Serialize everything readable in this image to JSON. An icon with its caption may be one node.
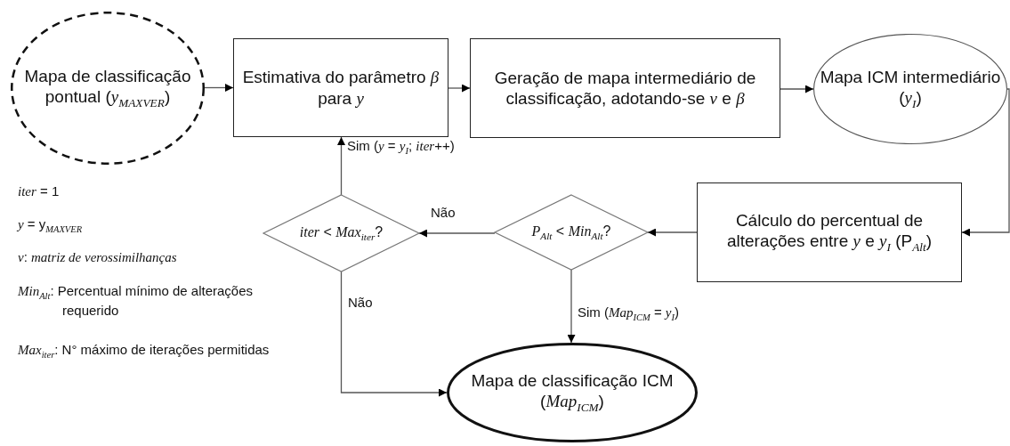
{
  "diagram": {
    "nodes": [
      {
        "text": [
          "Mapa de classificação pontual (*y*$_{MAXVER}$)"
        ]
      },
      {
        "text": [
          "Estimativa do parâmetro *β* para *y*"
        ]
      },
      {
        "text": [
          "Geração de mapa intermediário de classificação, adotando-se *v* e *β*"
        ]
      },
      {
        "text": [
          "Mapa ICM intermediário (*y*$_{I}$)"
        ]
      },
      {
        "text": [
          "Cálculo do percentual de alterações entre *y* e *y*$_{I}$ (P$_{Alt}$)"
        ]
      },
      {
        "text": [
          "*P*$_{Alt}$ < *Min*$_{Alt}$?"
        ]
      },
      {
        "text": [
          "*iter* < *Max*$_{iter}$?"
        ]
      },
      {
        "text": [
          "Mapa de classificação ICM (*Map*$_{ICM}$)"
        ]
      }
    ],
    "edges": [
      {
        "from": 0,
        "to": 1,
        "arrow": "to"
      },
      {
        "from": 1,
        "to": 2,
        "arrow": "to"
      },
      {
        "from": 2,
        "to": 3,
        "arrow": "to"
      },
      {
        "from": 3,
        "to": 4,
        "arrow": "to"
      },
      {
        "from": 4,
        "to": 5,
        "arrow": "to"
      },
      {
        "from": 5,
        "to": 6,
        "arrow": "to",
        "label": "Não"
      },
      {
        "from": 6,
        "to": 1,
        "arrow": "to",
        "label": "Sim (*y* = *y*$_{I}$; *iter*++)"
      },
      {
        "from": 6,
        "to": 7,
        "arrow": "to",
        "label": "Não"
      },
      {
        "from": 5,
        "to": 7,
        "arrow": "to",
        "label": "Sim (*Map*$_{ICM}$ = *y*$_{I}$)"
      }
    ],
    "labels": [
      "*iter* = 1",
      "*y* = y$_{MAXVER}$",
      "*v*: *matriz de verossimilhanças*",
      "*Min*$_{Alt}$: Percentual mínimo de alterações requerido",
      "*Max*$_{iter}$: N° máximo de iterações permitidas"
    ]
  }
}
